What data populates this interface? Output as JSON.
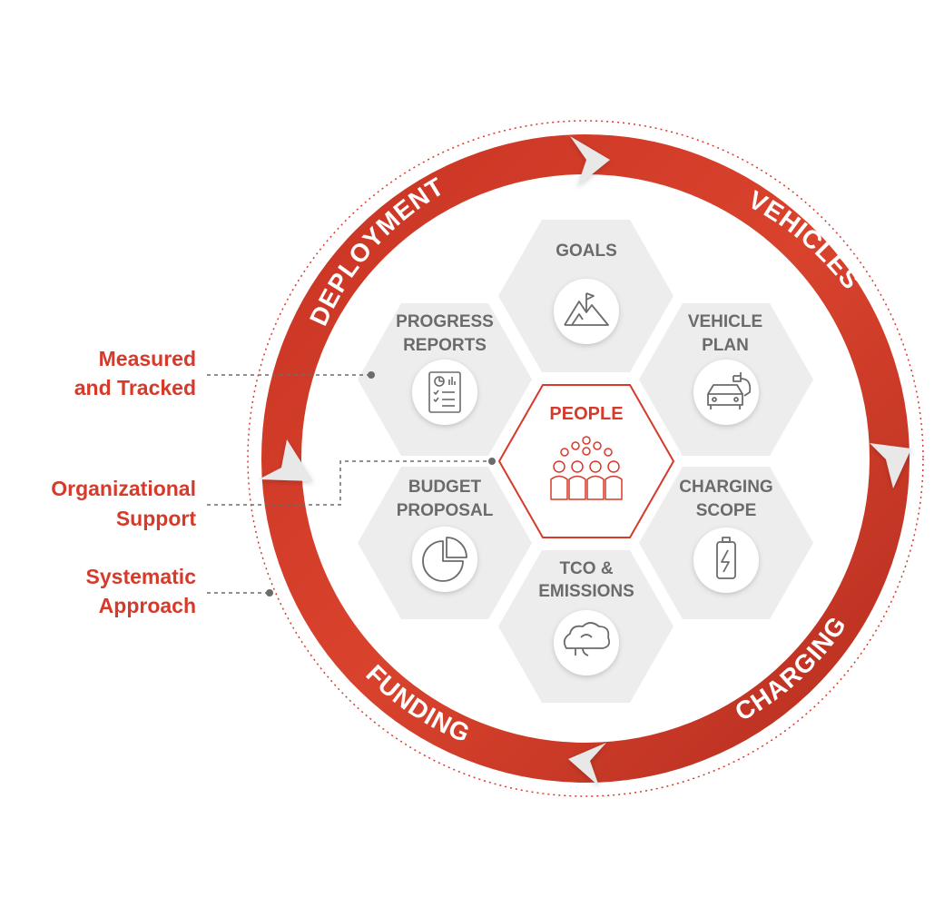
{
  "colors": {
    "accent": "#d63a2a",
    "hex_fill": "#ededed",
    "text_gray": "#6b6b6b"
  },
  "ring": {
    "deployment": "DEPLOYMENT",
    "vehicles": "VEHICLES",
    "charging": "CHARGING",
    "funding": "FUNDING"
  },
  "center": {
    "label": "PEOPLE",
    "icon": "people-group-icon"
  },
  "hexes": {
    "goals": {
      "line1": "GOALS",
      "icon": "mountain-flag-icon"
    },
    "vehicle_plan": {
      "line1": "VEHICLE",
      "line2": "PLAN",
      "icon": "electric-car-icon"
    },
    "charging_scope": {
      "line1": "CHARGING",
      "line2": "SCOPE",
      "icon": "battery-icon"
    },
    "tco": {
      "line1": "TCO &",
      "line2": "EMISSIONS",
      "icon": "emissions-cloud-icon"
    },
    "budget": {
      "line1": "BUDGET",
      "line2": "PROPOSAL",
      "icon": "pie-chart-icon"
    },
    "progress": {
      "line1": "PROGRESS",
      "line2": "REPORTS",
      "icon": "report-document-icon"
    }
  },
  "callouts": {
    "measured": {
      "line1": "Measured",
      "line2": "and Tracked"
    },
    "organizational": {
      "line1": "Organizational",
      "line2": "Support"
    },
    "systematic": {
      "line1": "Systematic",
      "line2": "Approach"
    }
  }
}
